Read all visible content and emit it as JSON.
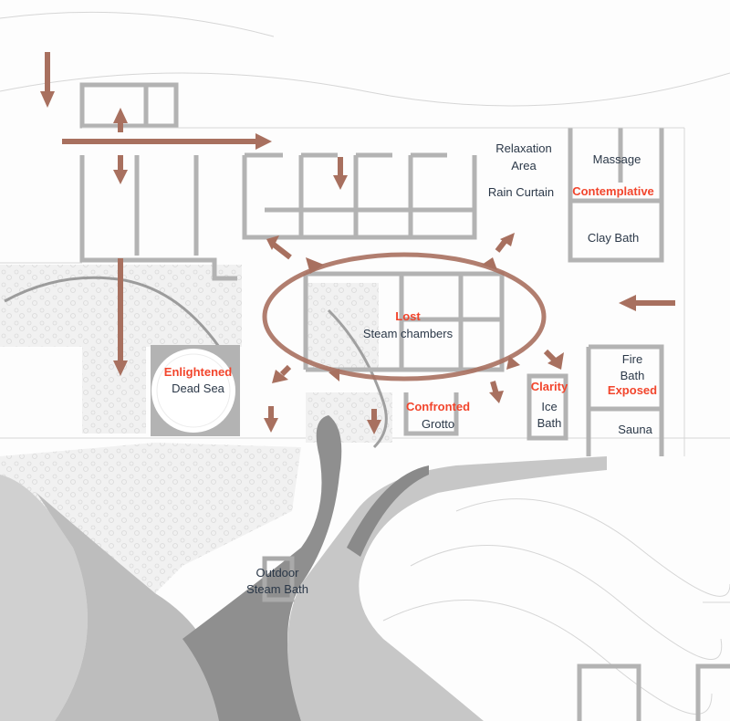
{
  "diagram": {
    "title": "Spa floor plan – emotional journey",
    "colors": {
      "arrow": "#a8705f",
      "emotion_label": "#f2452c",
      "room_label": "#2b3848",
      "wall": "#b3b3b3",
      "water_dark": "#8c8c8c",
      "water_light": "#c9c9c9"
    },
    "rooms": {
      "relaxation": "Relaxation",
      "relaxation_2": "Area",
      "rain_curtain": "Rain Curtain",
      "massage": "Massage",
      "clay_bath": "Clay Bath",
      "steam": "Steam chambers",
      "dead_sea": "Dead Sea",
      "grotto": "Grotto",
      "ice_bath_1": "Ice",
      "ice_bath_2": "Bath",
      "fire_bath_1": "Fire",
      "fire_bath_2": "Bath",
      "sauna": "Sauna",
      "outdoor_steam_1": "Outdoor",
      "outdoor_steam_2": "Steam Bath"
    },
    "emotions": {
      "contemplative": "Contemplative",
      "lost": "Lost",
      "enlightened": "Enlightened",
      "confronted": "Confronted",
      "clarity": "Clarity",
      "exposed": "Exposed"
    }
  }
}
